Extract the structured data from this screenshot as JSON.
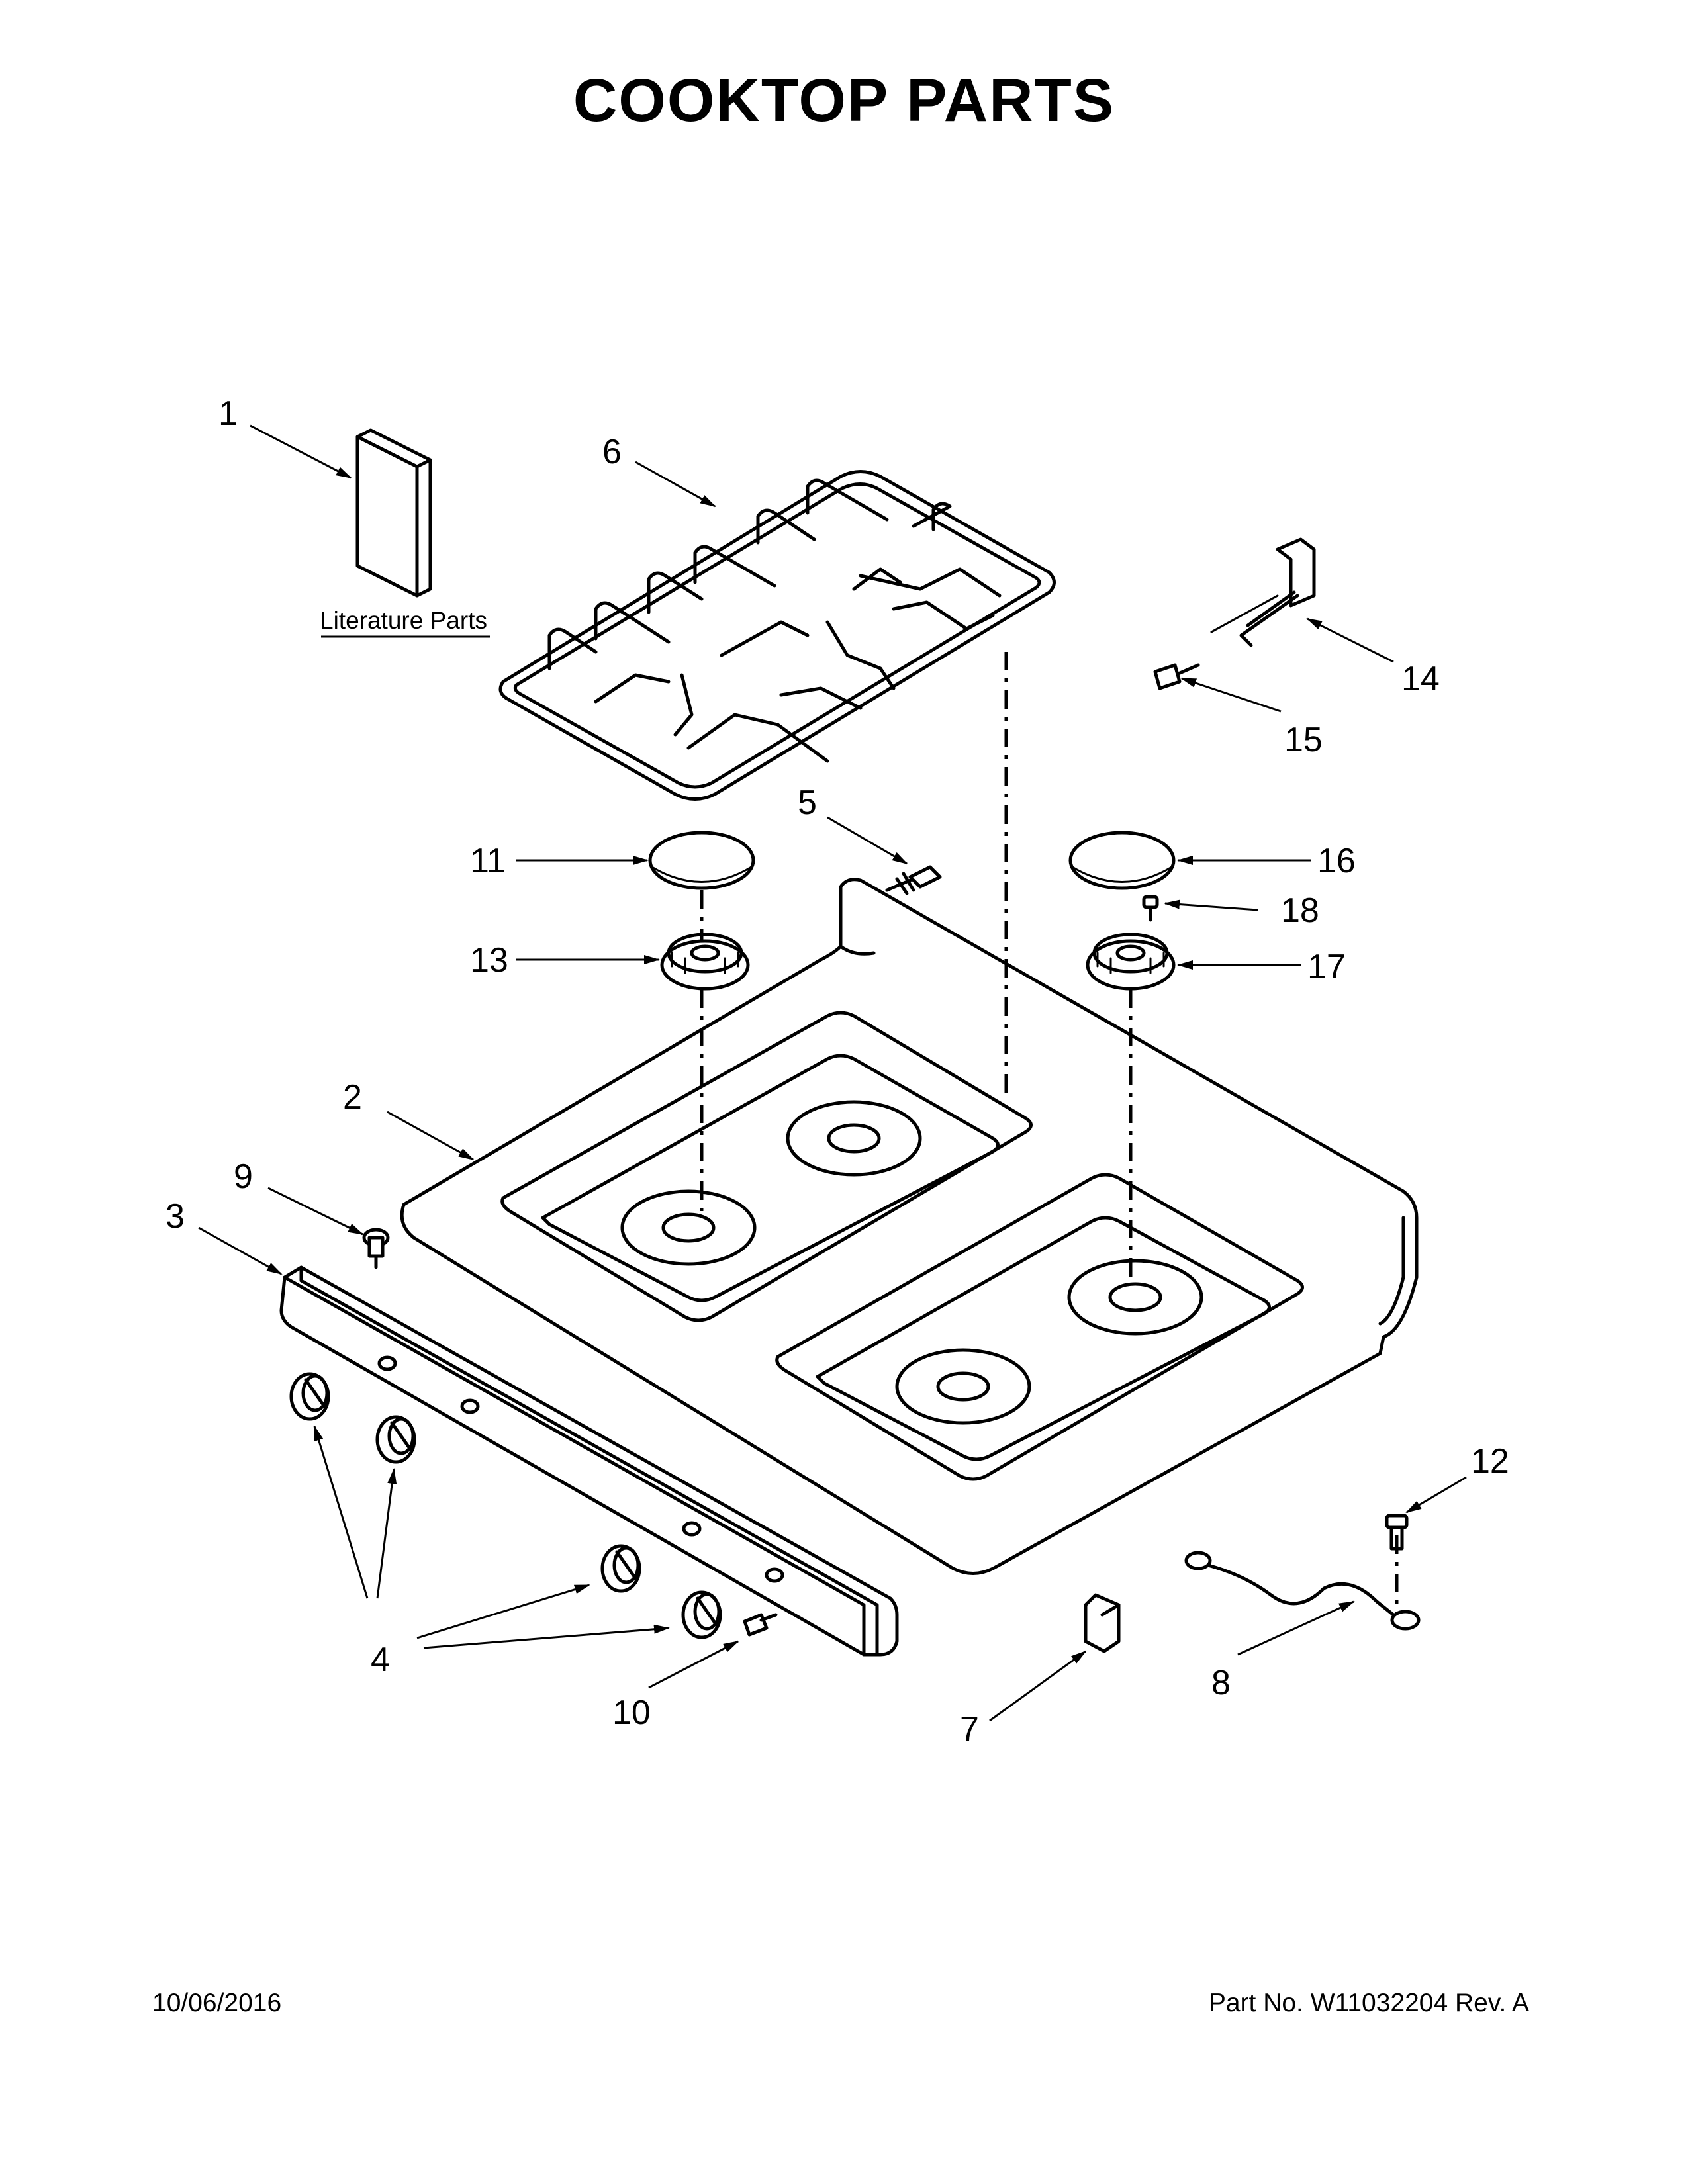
{
  "title": "COOKTOP PARTS",
  "footer": {
    "date": "10/06/2016",
    "part_number": "Part No.  W11032204  Rev.  A"
  },
  "literature_label": "Literature Parts",
  "callouts": {
    "c1": "1",
    "c2": "2",
    "c3": "3",
    "c4": "4",
    "c5": "5",
    "c6": "6",
    "c7": "7",
    "c8": "8",
    "c9": "9",
    "c10": "10",
    "c11": "11",
    "c12": "12",
    "c13": "13",
    "c14": "14",
    "c15": "15",
    "c16": "16",
    "c17": "17",
    "c18": "18"
  }
}
